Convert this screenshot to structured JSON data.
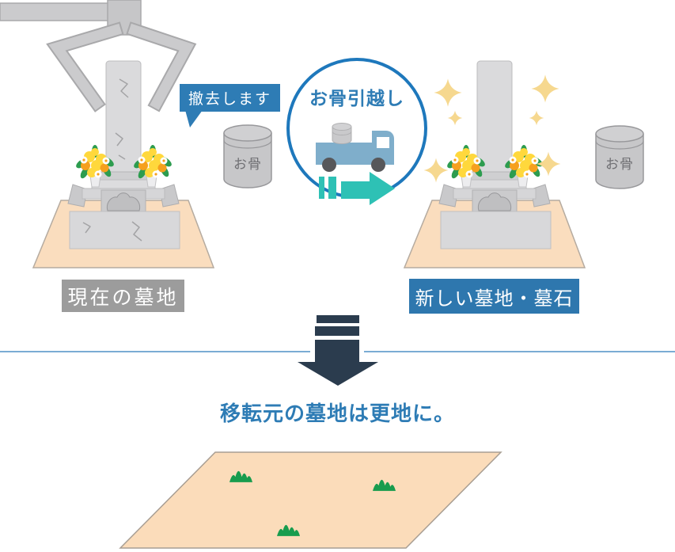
{
  "scene": {
    "left": {
      "bubble": "撤去します",
      "urn": "お骨",
      "caption": "現在の墓地"
    },
    "center": {
      "circle": "お骨引越し"
    },
    "right": {
      "urn": "お骨",
      "caption": "新しい墓地・墓石"
    },
    "bottom": {
      "caption": "移転元の墓地は更地に。"
    }
  },
  "icons": {
    "crane-claw-icon": "gray crane claw grabbing old gravestone",
    "gravestone-icon": "tiered stone monument with flower bouquets",
    "urn-icon": "gray cylinder with lid",
    "truck-icon": "flatbed moving truck carrying an urn",
    "arrow-right-icon": "teal segmented right arrow",
    "down-arrow-icon": "navy segmented down arrow",
    "sparkle-icon": "four-point gold star",
    "grass-icon": "green grass tuft",
    "speech-bubble-icon": "blue rectangular speech bubble with tail"
  },
  "colors": {
    "accent_blue": "#2e7cb5",
    "circle_border": "#1e78bc",
    "teal_arrow": "#2ec1b5",
    "navy_arrow": "#2b3c4e",
    "divider_blue": "#4e91c5",
    "label_gray_bg": "#9c9c9c",
    "label_blue_bg": "#2e77ae",
    "ground_peach": "#faddbe",
    "stone_gray": "#d9d9db",
    "crane_gray": "#cbcbcd",
    "urn_gray": "#c7c7c9",
    "truck_blue": "#7faecb",
    "grass_green": "#189c4e",
    "sparkle_gold": "#f6d88f",
    "flower_yellow": "#ffd83c",
    "flower_orange": "#f6a01e",
    "leaf_green": "#2d9c4f"
  }
}
